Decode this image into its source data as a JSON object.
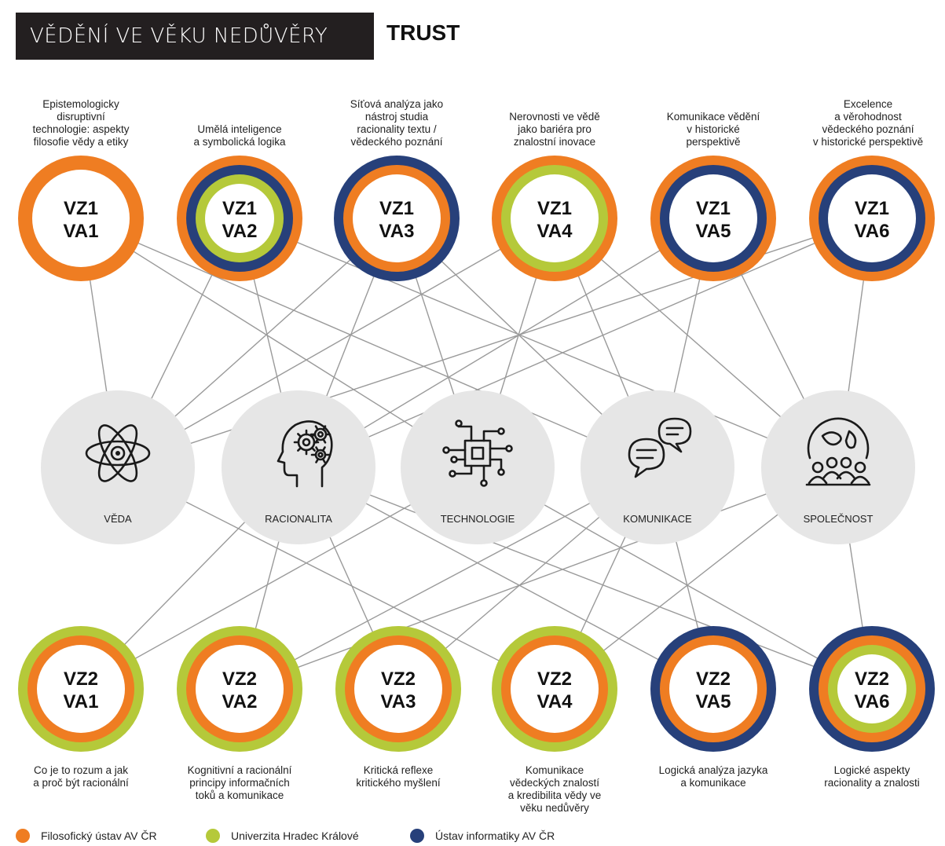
{
  "header": {
    "title": "VĚDĚNÍ VE VĚKU NEDŮVĚRY",
    "subtitle": "TRUST"
  },
  "colors": {
    "orange": "#ef7d22",
    "green": "#b5c93a",
    "blue": "#27407a",
    "hub": "#e6e6e6",
    "line": "#9a9a9a"
  },
  "top_nodes": [
    {
      "line1": "VZ1",
      "line2": "VA1",
      "rings": [
        "orange"
      ],
      "caption": "Epistemologicky\ndisruptivní\ntechnologie: aspekty\nfilosofie vědy a etiky"
    },
    {
      "line1": "VZ1",
      "line2": "VA2",
      "rings": [
        "orange",
        "blue",
        "green"
      ],
      "caption": "Umělá inteligence\na symbolická logika"
    },
    {
      "line1": "VZ1",
      "line2": "VA3",
      "rings": [
        "blue",
        "orange"
      ],
      "caption": "Síťová analýza jako\nnástroj studia\nracionality textu /\nvědeckého poznání"
    },
    {
      "line1": "VZ1",
      "line2": "VA4",
      "rings": [
        "orange",
        "green"
      ],
      "caption": "Nerovnosti ve vědě\njako bariéra pro\nznalostní inovace"
    },
    {
      "line1": "VZ1",
      "line2": "VA5",
      "rings": [
        "orange",
        "blue"
      ],
      "caption": "Komunikace vědění\nv historické\nperspektivě"
    },
    {
      "line1": "VZ1",
      "line2": "VA6",
      "rings": [
        "orange",
        "blue"
      ],
      "caption": "Excelence\na věrohodnost\nvědeckého poznání\nv historické perspektivě"
    }
  ],
  "hubs": [
    {
      "label": "VĚDA",
      "icon": "atom-icon"
    },
    {
      "label": "RACIONALITA",
      "icon": "head-gears-icon"
    },
    {
      "label": "TECHNOLOGIE",
      "icon": "chip-icon"
    },
    {
      "label": "KOMUNIKACE",
      "icon": "speech-bubbles-icon"
    },
    {
      "label": "SPOLEČNOST",
      "icon": "globe-people-icon"
    }
  ],
  "bottom_nodes": [
    {
      "line1": "VZ2",
      "line2": "VA1",
      "rings": [
        "green",
        "orange"
      ],
      "caption": "Co je to rozum a jak\na proč být racionální"
    },
    {
      "line1": "VZ2",
      "line2": "VA2",
      "rings": [
        "green",
        "orange"
      ],
      "caption": "Kognitivní a racionální\nprincipy informačních\ntoků a komunikace"
    },
    {
      "line1": "VZ2",
      "line2": "VA3",
      "rings": [
        "green",
        "orange"
      ],
      "caption": "Kritická reflexe\nkritického myšlení"
    },
    {
      "line1": "VZ2",
      "line2": "VA4",
      "rings": [
        "green",
        "orange"
      ],
      "caption": "Komunikace\nvědeckých znalostí\na kredibilita vědy ve\nvěku nedůvěry"
    },
    {
      "line1": "VZ2",
      "line2": "VA5",
      "rings": [
        "blue",
        "orange"
      ],
      "caption": "Logická analýza jazyka\na komunikace"
    },
    {
      "line1": "VZ2",
      "line2": "VA6",
      "rings": [
        "blue",
        "orange",
        "green"
      ],
      "caption": "Logické aspekty\nracionality a znalosti"
    }
  ],
  "legend": [
    {
      "color": "orange",
      "label": "Filosofický ústav AV ČR"
    },
    {
      "color": "green",
      "label": "Univerzita Hradec Králové"
    },
    {
      "color": "blue",
      "label": "Ústav informatiky AV ČR"
    }
  ],
  "connections": [
    [
      "VZ1 VA1",
      "VĚDA"
    ],
    [
      "VZ1 VA1",
      "TECHNOLOGIE"
    ],
    [
      "VZ1 VA1",
      "KOMUNIKACE"
    ],
    [
      "VZ1 VA2",
      "RACIONALITA"
    ],
    [
      "VZ1 VA2",
      "SPOLEČNOST"
    ],
    [
      "VZ1 VA2",
      "VĚDA"
    ],
    [
      "VZ1 VA3",
      "RACIONALITA"
    ],
    [
      "VZ1 VA3",
      "TECHNOLOGIE"
    ],
    [
      "VZ1 VA3",
      "KOMUNIKACE"
    ],
    [
      "VZ1 VA3",
      "VĚDA"
    ],
    [
      "VZ1 VA4",
      "VĚDA"
    ],
    [
      "VZ1 VA4",
      "KOMUNIKACE"
    ],
    [
      "VZ1 VA4",
      "SPOLEČNOST"
    ],
    [
      "VZ1 VA4",
      "TECHNOLOGIE"
    ],
    [
      "VZ1 VA5",
      "RACIONALITA"
    ],
    [
      "VZ1 VA5",
      "KOMUNIKACE"
    ],
    [
      "VZ1 VA5",
      "SPOLEČNOST"
    ],
    [
      "VZ1 VA6",
      "SPOLEČNOST"
    ],
    [
      "VZ1 VA6",
      "RACIONALITA"
    ],
    [
      "VZ1 VA6",
      "VĚDA"
    ],
    [
      "VĚDA",
      "VZ2 VA4"
    ],
    [
      "RACIONALITA",
      "VZ2 VA1"
    ],
    [
      "RACIONALITA",
      "VZ2 VA2"
    ],
    [
      "RACIONALITA",
      "VZ2 VA3"
    ],
    [
      "RACIONALITA",
      "VZ2 VA5"
    ],
    [
      "RACIONALITA",
      "VZ2 VA6"
    ],
    [
      "TECHNOLOGIE",
      "VZ2 VA1"
    ],
    [
      "TECHNOLOGIE",
      "VZ2 VA6"
    ],
    [
      "KOMUNIKACE",
      "VZ2 VA2"
    ],
    [
      "KOMUNIKACE",
      "VZ2 VA3"
    ],
    [
      "KOMUNIKACE",
      "VZ2 VA5"
    ],
    [
      "KOMUNIKACE",
      "VZ2 VA4"
    ],
    [
      "SPOLEČNOST",
      "VZ2 VA6"
    ],
    [
      "SPOLEČNOST",
      "VZ2 VA4"
    ],
    [
      "SPOLEČNOST",
      "VZ2 VA2"
    ]
  ]
}
